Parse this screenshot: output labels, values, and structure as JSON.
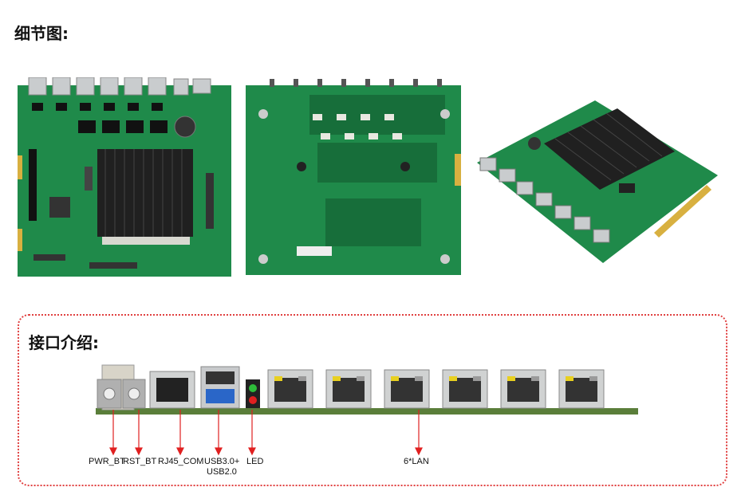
{
  "headings": {
    "details": "细节图:",
    "interfaces": "接口介绍:"
  },
  "labels": {
    "pwr_bt": "PWR_BT",
    "rst_bt": "RST_BT",
    "rj45_com": "RJ45_COM",
    "usb_line1": "USB3.0+",
    "usb_line2": "USB2.0",
    "led": "LED",
    "lan": "6*LAN"
  },
  "colors": {
    "pcb_green": "#1f8a4a",
    "callout_red": "#e02020",
    "heatsink": "#202020",
    "usb_blue": "#2a66c8"
  },
  "lan_port_count": 6
}
